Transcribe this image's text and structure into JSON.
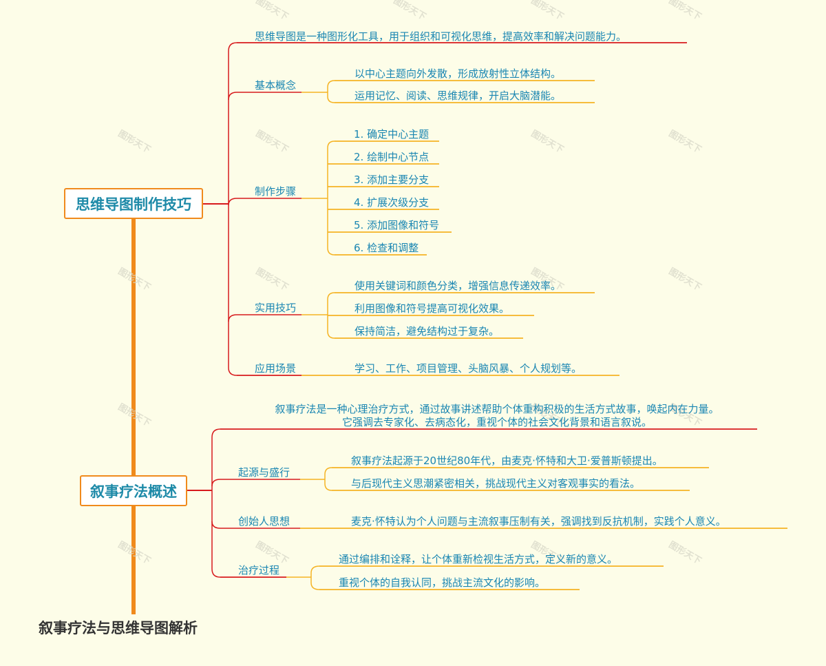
{
  "title": "叙事疗法与思维导图解析",
  "watermark": "图形天下",
  "colors": {
    "trunk": "#f08a1c",
    "red_line": "#d7191c",
    "leaf_line": "#f5b323",
    "text": "#1a86b2",
    "background": "#fdfde8"
  },
  "mindmap": {
    "label": "思维导图制作技巧",
    "description": "思维导图是一种图形化工具，用于组织和可视化思维，提高效率和解决问题能力。",
    "basic": {
      "label": "基本概念",
      "items": [
        "以中心主题向外发散，形成放射性立体结构。",
        "运用记忆、阅读、思维规律，开启大脑潜能。"
      ]
    },
    "steps": {
      "label": "制作步骤",
      "items": [
        "1. 确定中心主题",
        "2. 绘制中心节点",
        "3. 添加主要分支",
        "4. 扩展次级分支",
        "5. 添加图像和符号",
        "6. 检查和调整"
      ]
    },
    "tips": {
      "label": "实用技巧",
      "items": [
        "使用关键词和颜色分类，增强信息传递效率。",
        "利用图像和符号提高可视化效果。",
        "保持简洁，避免结构过于复杂。"
      ]
    },
    "scenarios": {
      "label": "应用场景",
      "items": [
        "学习、工作、项目管理、头脑风暴、个人规划等。"
      ]
    }
  },
  "narrative": {
    "label": "叙事疗法概述",
    "description_line1": "叙事疗法是一种心理治疗方式，通过故事讲述帮助个体重构积极的生活方式故事，唤起内在力量。",
    "description_line2": "它强调去专家化、去病态化，重视个体的社会文化背景和语言叙说。",
    "origin": {
      "label": "起源与盛行",
      "items": [
        "叙事疗法起源于20世纪80年代，由麦克·怀特和大卫·爱普斯顿提出。",
        "与后现代主义思潮紧密相关，挑战现代主义对客观事实的看法。"
      ]
    },
    "founder": {
      "label": "创始人思想",
      "items": [
        "麦克·怀特认为个人问题与主流叙事压制有关，强调找到反抗机制，实践个人意义。"
      ]
    },
    "process": {
      "label": "治疗过程",
      "items": [
        "通过编排和诠释，让个体重新检视生活方式，定义新的意义。",
        "重视个体的自我认同，挑战主流文化的影响。"
      ]
    }
  }
}
